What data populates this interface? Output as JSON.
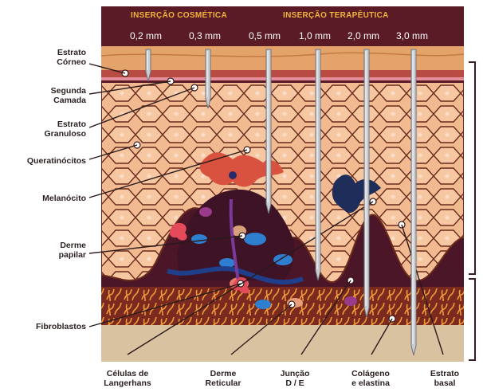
{
  "headers": {
    "cosmetic": "INSERÇÃO COSMÉTICA",
    "therapeutic": "INSERÇÃO TERAPÊUTICA"
  },
  "needles": [
    {
      "label": "0,2 mm",
      "depth": 0.2
    },
    {
      "label": "0,3 mm",
      "depth": 0.3
    },
    {
      "label": "0,5 mm",
      "depth": 0.5
    },
    {
      "label": "1,0 mm",
      "depth": 1.0
    },
    {
      "label": "2,0 mm",
      "depth": 2.0
    },
    {
      "label": "3,0 mm",
      "depth": 3.0
    }
  ],
  "left_labels": {
    "estrato_corneo": "Estrato\nCórneo",
    "segunda_camada": "Segunda\nCamada",
    "estrato_granuloso": "Estrato\nGranuloso",
    "queratinocitos": "Queratinócitos",
    "melanocito": "Melanócito",
    "derme_papilar": "Derme\npapilar",
    "fibroblastos": "Fibroblastos"
  },
  "bottom_labels": {
    "langerhans": "Células de\nLangerhans",
    "derme_reticular": "Derme\nReticular",
    "juncao": "Junção\nD / E",
    "colageno": "Colágeno\ne elastina",
    "estrato_basal": "Estrato\nbasal"
  },
  "colors": {
    "frame": "#5a1a26",
    "epidermis": "#f0b98e",
    "cell_line": "#6b2a1c",
    "dermis_dark": "#4a1628",
    "fibers": "#e8882e",
    "bottom": "#d9c2a0",
    "header_text": "#f0b43a"
  }
}
